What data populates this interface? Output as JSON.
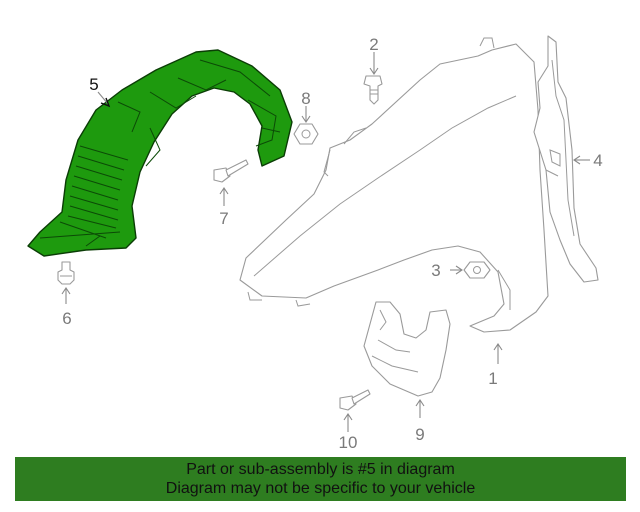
{
  "diagram": {
    "highlight_color": "#1e9a0e",
    "labels": {
      "p1": "1",
      "p2": "2",
      "p3": "3",
      "p4": "4",
      "p5": "5",
      "p6": "6",
      "p7": "7",
      "p8": "8",
      "p9": "9",
      "p10": "10"
    }
  },
  "banner": {
    "background": "#2e7d20",
    "line1": "Part or sub-assembly is #5 in diagram",
    "line2": "Diagram may not be specific to your vehicle"
  }
}
